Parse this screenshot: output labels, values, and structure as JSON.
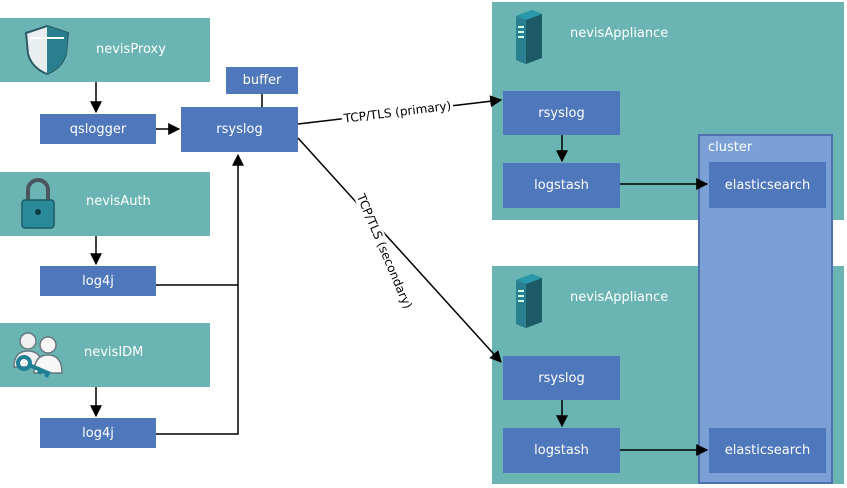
{
  "sources": {
    "proxy": {
      "title": "nevisProxy",
      "icon": "shield-icon"
    },
    "auth": {
      "title": "nevisAuth",
      "icon": "padlock-icon"
    },
    "idm": {
      "title": "nevisIDM",
      "icon": "users-key-icon"
    }
  },
  "components": {
    "qslogger": "qslogger",
    "log4j_auth": "log4j",
    "log4j_idm": "log4j",
    "buffer": "buffer",
    "rsyslog_local": "rsyslog"
  },
  "appliances": [
    {
      "title": "nevisAppliance",
      "icon": "server-icon",
      "rsyslog": "rsyslog",
      "logstash": "logstash"
    },
    {
      "title": "nevisAppliance",
      "icon": "server-icon",
      "rsyslog": "rsyslog",
      "logstash": "logstash"
    }
  ],
  "cluster": {
    "title": "cluster",
    "nodes": [
      "elasticsearch",
      "elasticsearch"
    ]
  },
  "edges": {
    "primary": "TCP/TLS (primary)",
    "secondary": "TCP/TLS (secondary)"
  },
  "colors": {
    "teal": "#6ab4b4",
    "blue": "#4f77bb",
    "cluster": "#7aa0d6"
  }
}
